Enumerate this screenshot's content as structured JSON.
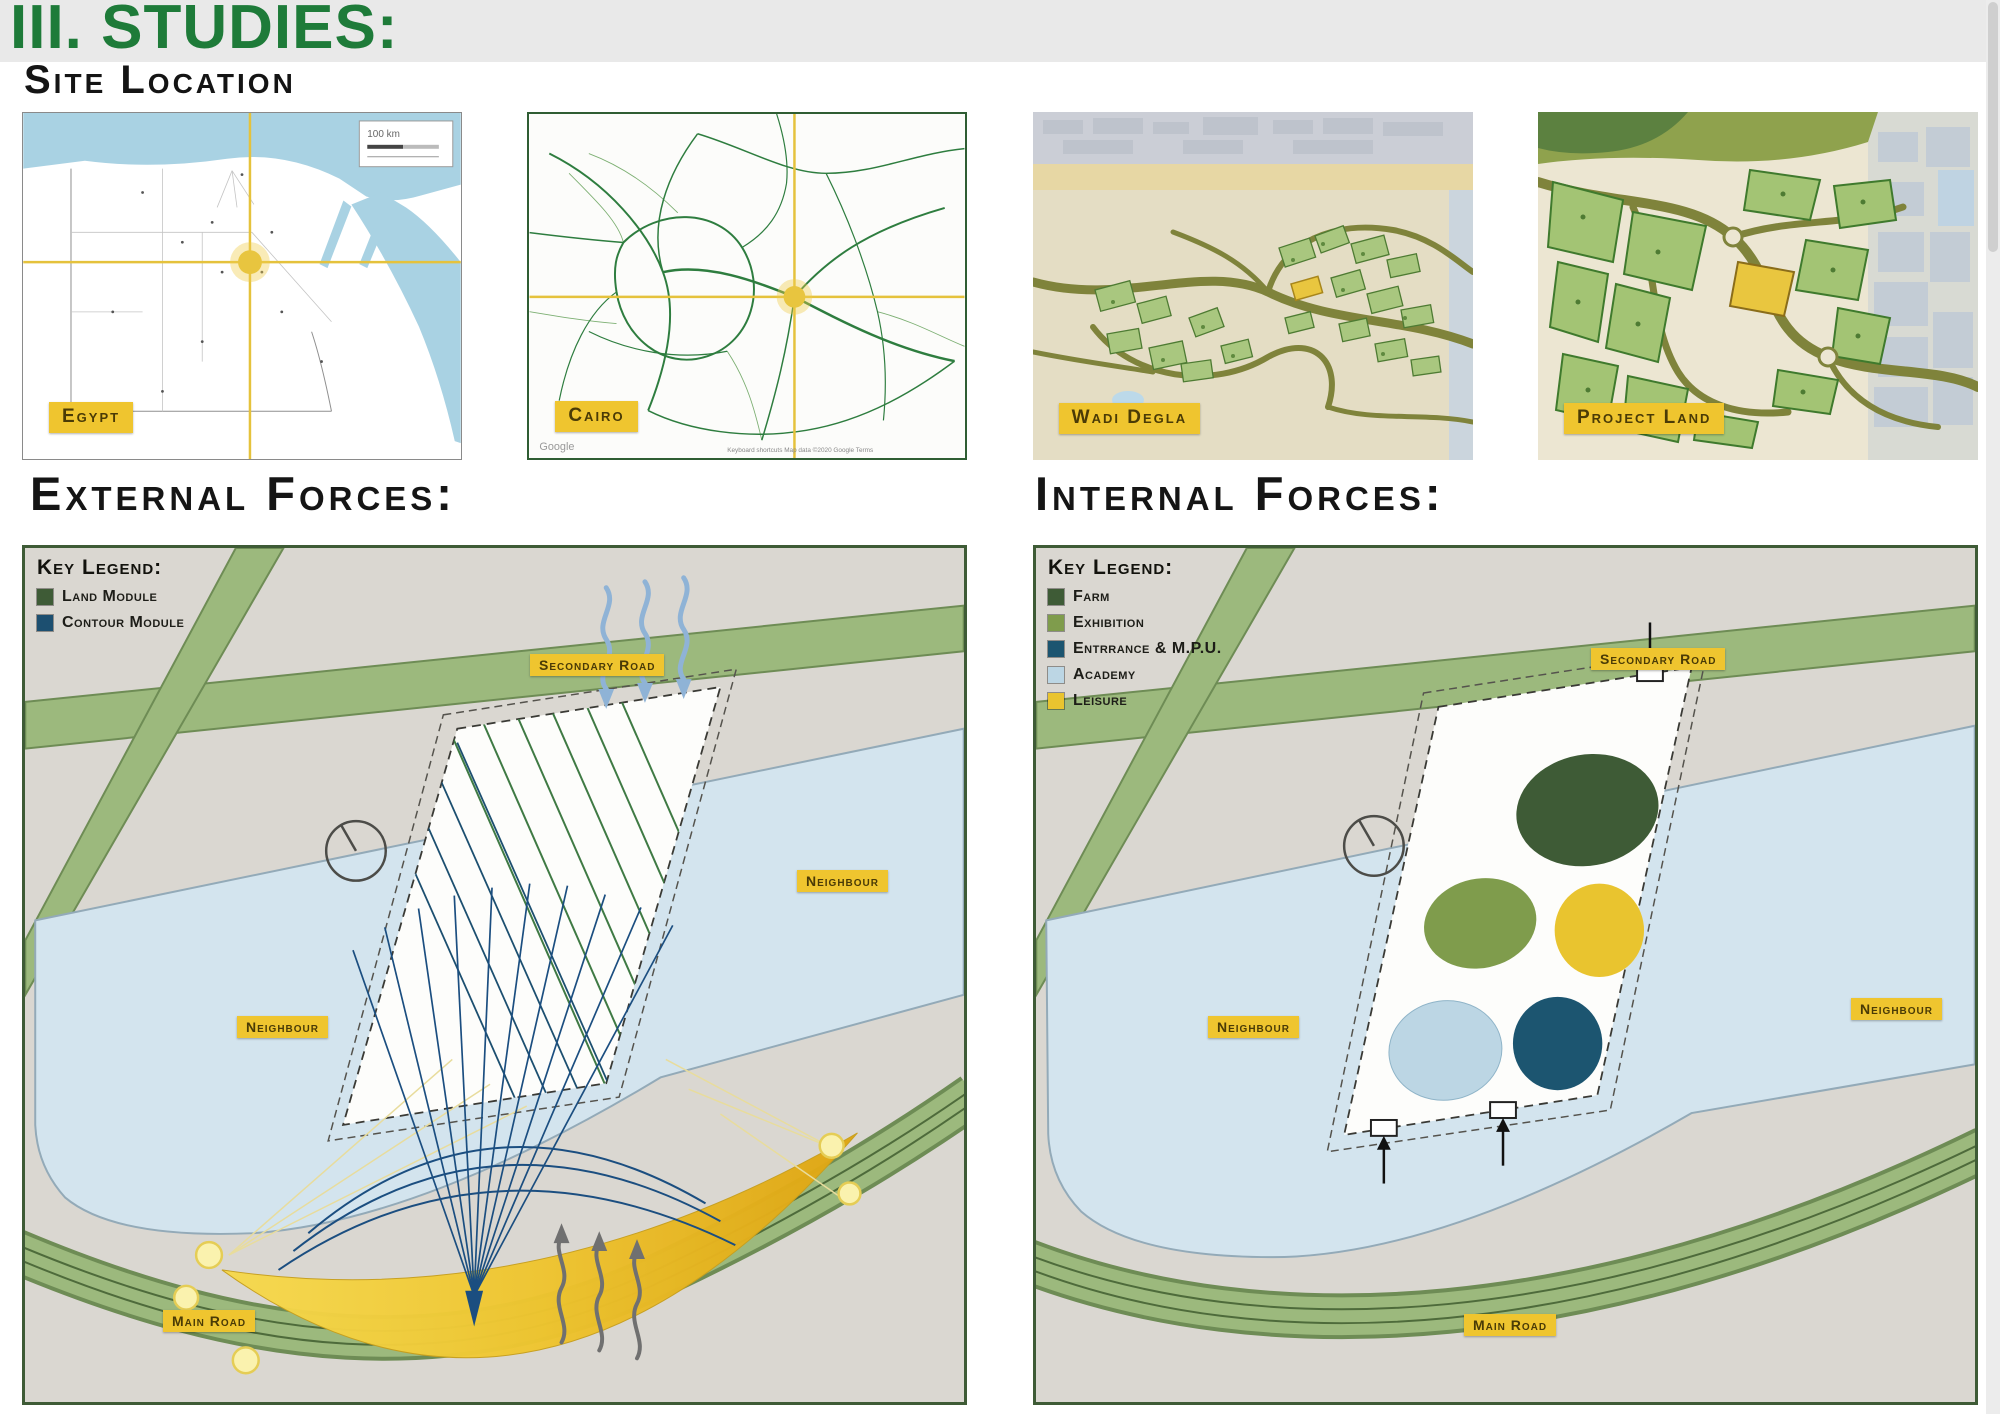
{
  "header": {
    "title": "III. STUDIES:",
    "subtitle": "Site Location"
  },
  "site_location": {
    "maps": [
      {
        "label": "Egypt",
        "scale_note": "100 km"
      },
      {
        "label": "Cairo",
        "watermark": "Google",
        "attribution": "Keyboard shortcuts   Map data ©2020 Google   Terms"
      },
      {
        "label": "Wadi Degla"
      },
      {
        "label": "Project Land"
      }
    ]
  },
  "external_forces": {
    "heading": "External Forces:",
    "legend_title": "Key Legend:",
    "legend": [
      {
        "label": "Land Module",
        "color": "#3E5B36"
      },
      {
        "label": "Contour Module",
        "color": "#1C4F70"
      }
    ],
    "badges": {
      "secondary_road": "Secondary Road",
      "neighbour_left": "Neighbour",
      "neighbour_right": "Neighbour",
      "main_road": "Main Road"
    }
  },
  "internal_forces": {
    "heading": "Internal Forces:",
    "legend_title": "Key Legend:",
    "legend": [
      {
        "label": "Farm",
        "color": "#3E5B36"
      },
      {
        "label": "Exhibition",
        "color": "#7F9C4C"
      },
      {
        "label": "Entrrance & M.P.U.",
        "color": "#1C5570"
      },
      {
        "label": "Academy",
        "color": "#BCD6E4"
      },
      {
        "label": "Leisure",
        "color": "#E9C42F"
      }
    ],
    "badges": {
      "secondary_road": "Secondary Road",
      "neighbour_left": "Neighbour",
      "neighbour_right": "Neighbour",
      "main_road": "Main Road"
    }
  },
  "colors": {
    "title_green": "#1E7B39",
    "badge_yellow": "#EFC52F",
    "road_green": "#9CB97D",
    "neighbour_blue": "#D3E4EE",
    "sun_yellow": "#F2CF3A"
  }
}
